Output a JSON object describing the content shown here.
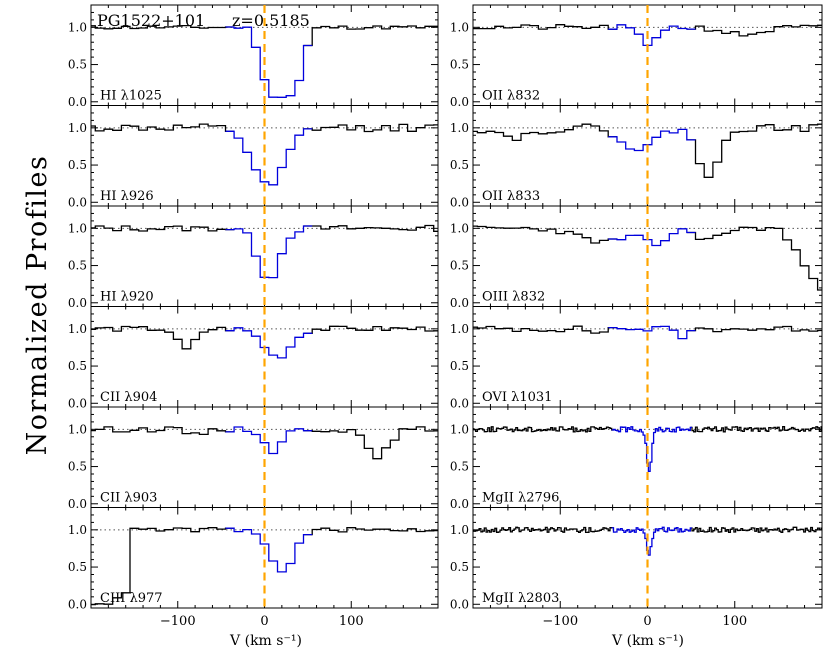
{
  "figure": {
    "title": "PG1522+101",
    "redshift": "z=0.5185",
    "ylabel": "Normalized Profiles",
    "xlabel": "V (km s⁻¹)",
    "title_color": "#ff0000"
  },
  "colors": {
    "data": "#000000",
    "component": "#0000dd",
    "marker": "#ffa500",
    "continuum": "#555555"
  },
  "chart_data": {
    "type": "line",
    "layout": "6 rows x 2 columns of spectral panels sharing a velocity axis",
    "xlim": [
      -200,
      200
    ],
    "ylim": [
      -0.05,
      1.3
    ],
    "x_ticks": [
      -100,
      0,
      100
    ],
    "y_ticks": [
      0.0,
      0.5,
      1.0
    ],
    "x_tick_labels": [
      "−100",
      "0",
      "100"
    ],
    "y_tick_labels": [
      "0.0",
      "0.5",
      "1.0"
    ],
    "continuum_level": 1.0,
    "velocity_marker": 0,
    "component_velocity_range": [
      -40,
      50
    ],
    "panels": [
      {
        "column": 0,
        "row": 0,
        "label": "HI λ1025",
        "step": 10,
        "absorptions": [
          {
            "v": 20,
            "depth": 0.93,
            "width": 28,
            "power": 4
          }
        ],
        "noise": 0.025,
        "seed": 11
      },
      {
        "column": 0,
        "row": 1,
        "label": "HI λ926",
        "step": 10,
        "absorptions": [
          {
            "v": 5,
            "depth": 0.8,
            "width": 26,
            "power": 2
          }
        ],
        "noise": 0.05,
        "seed": 12
      },
      {
        "column": 0,
        "row": 2,
        "label": "HI λ920",
        "step": 10,
        "absorptions": [
          {
            "v": 5,
            "depth": 0.68,
            "width": 18,
            "power": 2
          }
        ],
        "noise": 0.04,
        "seed": 13
      },
      {
        "column": 0,
        "row": 3,
        "label": "CII λ904",
        "step": 10,
        "absorptions": [
          {
            "v": 15,
            "depth": 0.38,
            "width": 22,
            "power": 2
          },
          {
            "v": -90,
            "depth": 0.28,
            "width": 14,
            "power": 2
          }
        ],
        "noise": 0.035,
        "seed": 14
      },
      {
        "column": 0,
        "row": 4,
        "label": "CII λ903",
        "step": 10,
        "absorptions": [
          {
            "v": 10,
            "depth": 0.3,
            "width": 14,
            "power": 2
          },
          {
            "v": 130,
            "depth": 0.38,
            "width": 18,
            "power": 2
          },
          {
            "v": -80,
            "depth": 0.08,
            "width": 12,
            "power": 2
          }
        ],
        "noise": 0.035,
        "seed": 15
      },
      {
        "column": 0,
        "row": 5,
        "label": "CIII λ977",
        "step": 10,
        "absorptions": [
          {
            "v": 20,
            "depth": 0.55,
            "width": 20,
            "power": 2
          }
        ],
        "edge": "left",
        "noise": 0.03,
        "seed": 16
      },
      {
        "column": 1,
        "row": 0,
        "label": "OII λ832",
        "step": 10,
        "absorptions": [
          {
            "v": 0,
            "depth": 0.25,
            "width": 12,
            "power": 2
          },
          {
            "v": 110,
            "depth": 0.1,
            "width": 30,
            "power": 2
          }
        ],
        "noise": 0.035,
        "seed": 21
      },
      {
        "column": 1,
        "row": 1,
        "label": "OII λ833",
        "step": 10,
        "absorptions": [
          {
            "v": 70,
            "depth": 0.7,
            "width": 16,
            "power": 2
          },
          {
            "v": -10,
            "depth": 0.3,
            "width": 25,
            "power": 2
          },
          {
            "v": -150,
            "depth": 0.12,
            "width": 30,
            "power": 2
          }
        ],
        "noise": 0.05,
        "seed": 22
      },
      {
        "column": 1,
        "row": 2,
        "label": "OIII λ832",
        "step": 10,
        "absorptions": [
          {
            "v": -50,
            "depth": 0.18,
            "width": 40,
            "power": 2
          },
          {
            "v": 10,
            "depth": 0.2,
            "width": 18,
            "power": 2
          },
          {
            "v": 70,
            "depth": 0.15,
            "width": 20,
            "power": 2
          }
        ],
        "edge": "right",
        "noise": 0.035,
        "seed": 23
      },
      {
        "column": 1,
        "row": 3,
        "label": "OVI λ1031",
        "step": 10,
        "absorptions": [
          {
            "v": 40,
            "depth": 0.1,
            "width": 10,
            "power": 2
          },
          {
            "v": -60,
            "depth": 0.05,
            "width": 10,
            "power": 2
          }
        ],
        "noise": 0.04,
        "seed": 24
      },
      {
        "column": 1,
        "row": 4,
        "label": "MgII λ2796",
        "step": 2,
        "absorptions": [
          {
            "v": 2,
            "depth": 0.55,
            "width": 4,
            "power": 2
          }
        ],
        "noise": 0.035,
        "seed": 25
      },
      {
        "column": 1,
        "row": 5,
        "label": "MgII λ2803",
        "step": 2,
        "absorptions": [
          {
            "v": 2,
            "depth": 0.32,
            "width": 4,
            "power": 2
          }
        ],
        "noise": 0.035,
        "seed": 26
      }
    ]
  }
}
